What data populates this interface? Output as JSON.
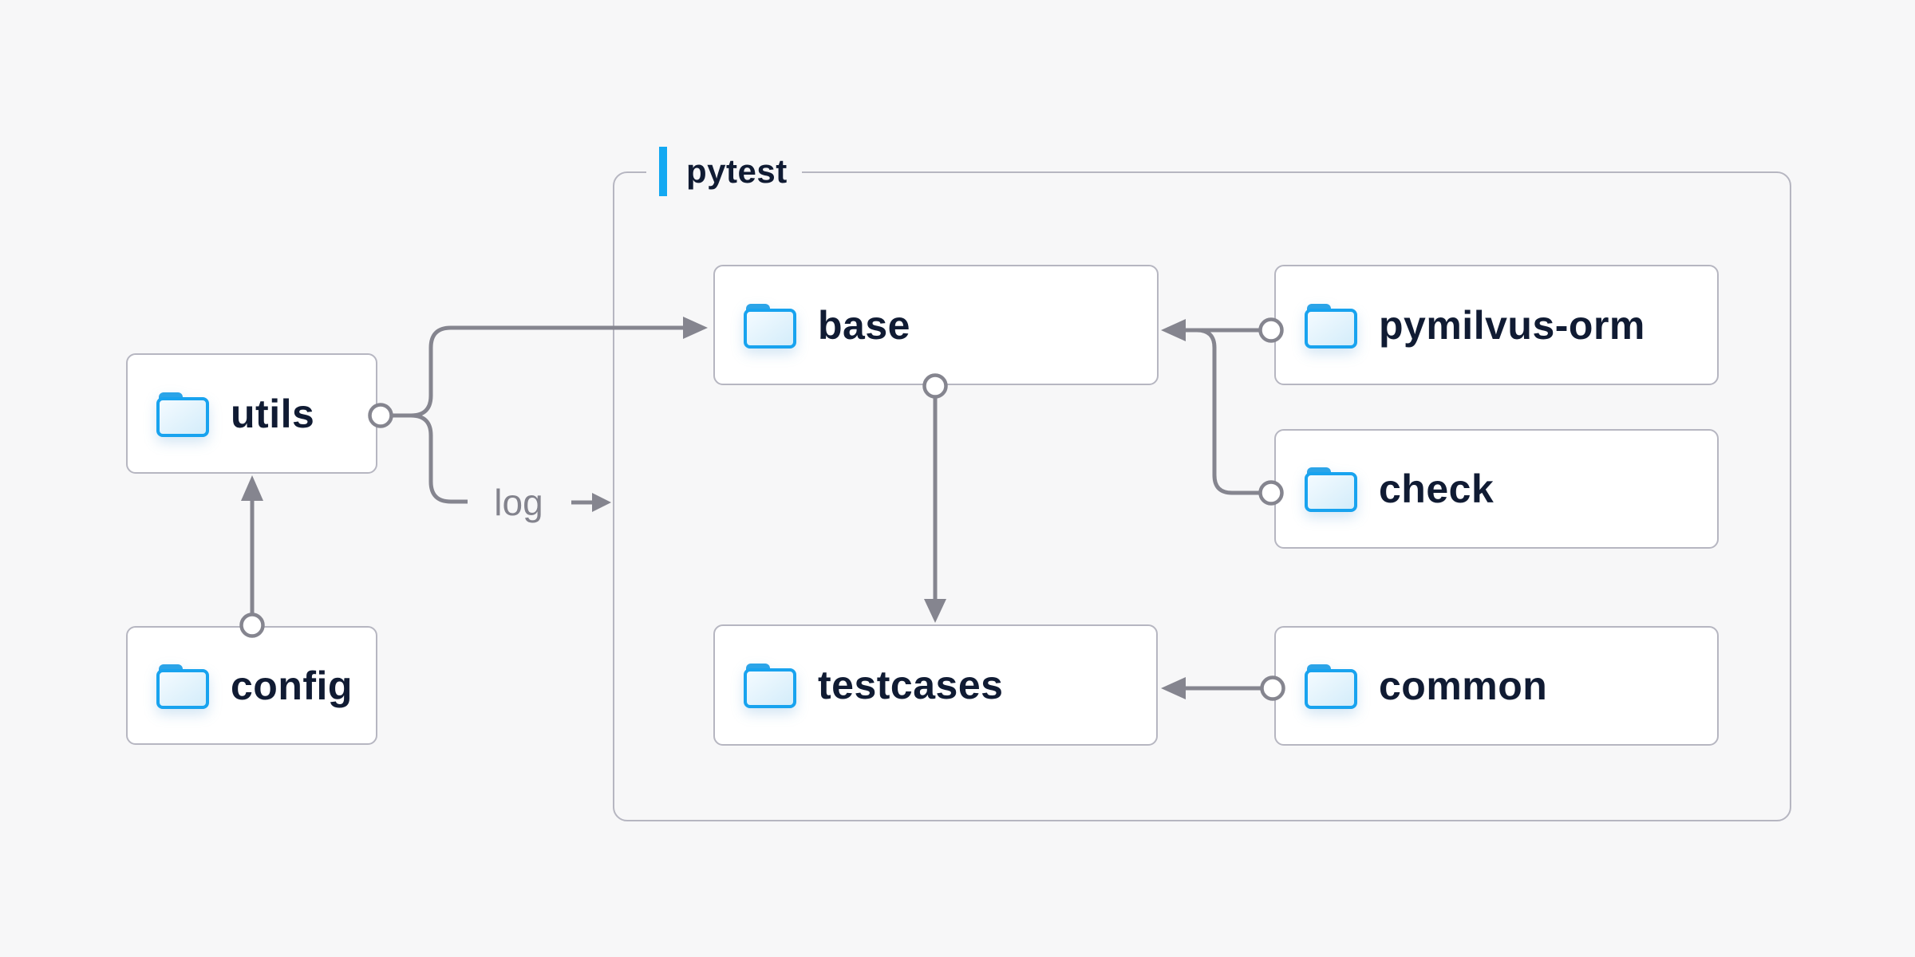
{
  "group": {
    "label": "pytest"
  },
  "nodes": [
    {
      "id": "utils",
      "label": "utils",
      "icon": "folder-icon"
    },
    {
      "id": "config",
      "label": "config",
      "icon": "folder-icon"
    },
    {
      "id": "base",
      "label": "base",
      "icon": "folder-icon"
    },
    {
      "id": "testcases",
      "label": "testcases",
      "icon": "folder-icon"
    },
    {
      "id": "pymilvus-orm",
      "label": "pymilvus-orm",
      "icon": "folder-icon"
    },
    {
      "id": "check",
      "label": "check",
      "icon": "folder-icon"
    },
    {
      "id": "common",
      "label": "common",
      "icon": "folder-icon"
    }
  ],
  "edges": [
    {
      "from": "config",
      "to": "utils"
    },
    {
      "from": "utils",
      "to": "base"
    },
    {
      "from": "utils",
      "to": "pytest-group",
      "label": "log"
    },
    {
      "from": "pymilvus-orm",
      "to": "base"
    },
    {
      "from": "check",
      "to": "base"
    },
    {
      "from": "base",
      "to": "testcases"
    },
    {
      "from": "common",
      "to": "testcases"
    }
  ],
  "colors": {
    "background": "#f7f7f8",
    "node_background": "#ffffff",
    "border": "#b6b6c1",
    "connector": "#85858f",
    "accent": "#14a9f2",
    "text": "#101b33",
    "edge_label_text": "#83838d",
    "folder_stroke": "#18a3ef",
    "folder_tab": "#2ba4e8",
    "folder_fill_light": "#f5fbff",
    "folder_fill_dark": "#d2ecfa"
  }
}
